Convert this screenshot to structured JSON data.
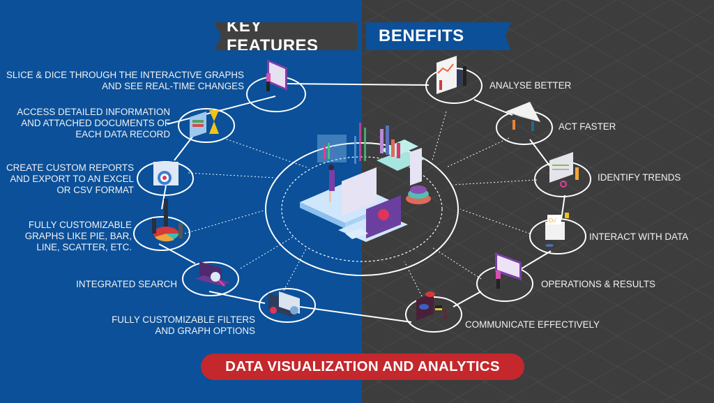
{
  "header": {
    "key_features_label": "KEY FEATURES",
    "benefits_label": "BENEFITS"
  },
  "key_features": [
    {
      "lines": [
        "SLICE & DICE THROUGH THE INTERACTIVE GRAPHS",
        "AND SEE REAL-TIME CHANGES"
      ],
      "icon": "person-at-dashboard-icon"
    },
    {
      "lines": [
        "ACCESS DETAILED INFORMATION",
        "AND ATTACHED DOCUMENTS OF",
        "EACH DATA RECORD"
      ],
      "icon": "file-drawer-hourglass-icon"
    },
    {
      "lines": [
        "CREATE CUSTOM REPORTS",
        "AND EXPORT TO AN EXCEL",
        "OR CSV FORMAT"
      ],
      "icon": "report-target-icon"
    },
    {
      "lines": [
        "FULLY CUSTOMIZABLE",
        "GRAPHS LIKE PIE, BAR,",
        "LINE, SCATTER, ETC."
      ],
      "icon": "pie-chart-people-icon"
    },
    {
      "lines": [
        "INTEGRATED SEARCH"
      ],
      "icon": "laptop-search-icon"
    },
    {
      "lines": [
        "FULLY CUSTOMIZABLE FILTERS",
        "AND GRAPH OPTIONS"
      ],
      "icon": "filters-gears-icon"
    }
  ],
  "benefits": [
    {
      "label": "ANALYSE BETTER",
      "icon": "people-analysing-chart-icon"
    },
    {
      "label": "ACT FASTER",
      "icon": "paper-plane-icon"
    },
    {
      "label": "IDENTIFY TRENDS",
      "icon": "magnifier-report-icon"
    },
    {
      "label": "INTERACT WITH DATA",
      "icon": "documents-checklist-icon"
    },
    {
      "label": "OPERATIONS & RESULTS",
      "icon": "person-at-monitor-icon"
    },
    {
      "label": "COMMUNICATE EFFECTIVELY",
      "icon": "laptop-flags-icon"
    }
  ],
  "center": {
    "icon": "data-analytics-laptops-icon"
  },
  "footer": {
    "title": "DATA VISUALIZATION AND ANALYTICS"
  },
  "colors": {
    "left_bg": "#0b5099",
    "right_bg": "#3d3d3d",
    "footer_red": "#c4272c",
    "ribbon_dark": "#404040"
  }
}
